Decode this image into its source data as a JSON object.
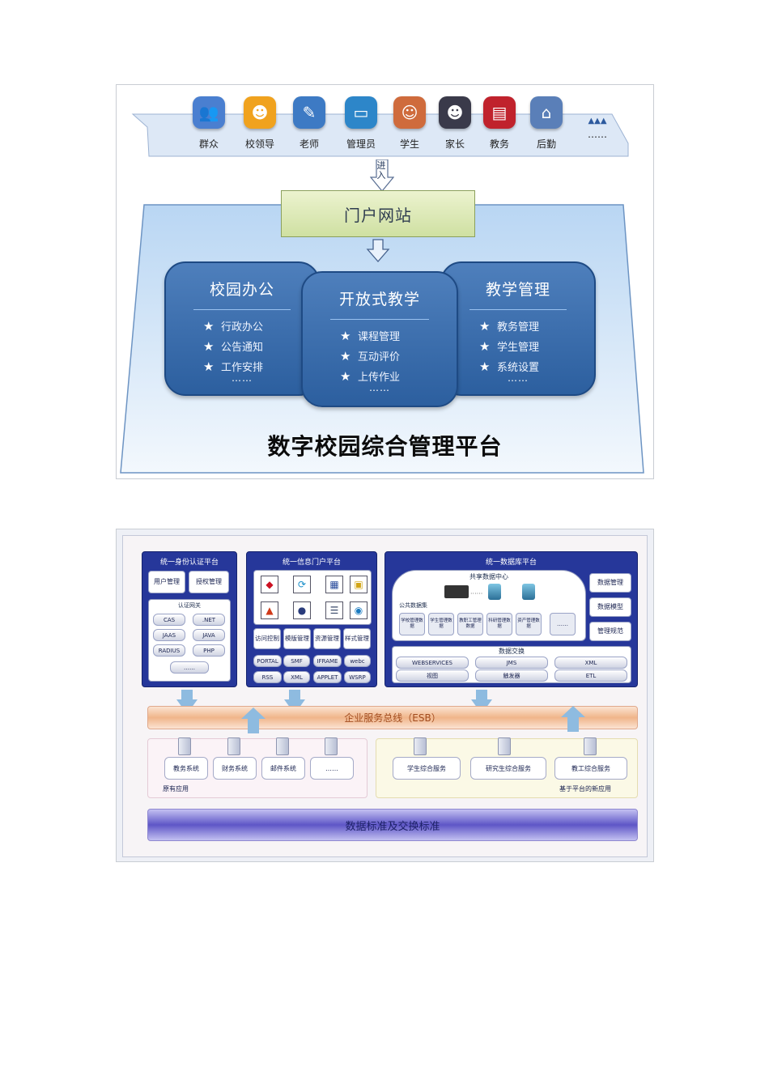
{
  "figure1": {
    "roles": [
      {
        "label": "群众",
        "icon": "group-icon",
        "color": "#4a7fd0"
      },
      {
        "label": "校领导",
        "icon": "leader-icon",
        "color": "#f0a21e"
      },
      {
        "label": "老师",
        "icon": "teacher-icon",
        "color": "#3d7ac4"
      },
      {
        "label": "管理员",
        "icon": "admin-icon",
        "color": "#2d86c9"
      },
      {
        "label": "学生",
        "icon": "student-icon",
        "color": "#cf6b3c"
      },
      {
        "label": "家长",
        "icon": "parent-icon",
        "color": "#3a3a4a"
      },
      {
        "label": "教务",
        "icon": "academic-icon",
        "color": "#c0222c"
      },
      {
        "label": "后勤",
        "icon": "logistics-icon",
        "color": "#5a7fb8"
      },
      {
        "label": "……",
        "icon": "more-icon",
        "color": "#2d5a9e"
      }
    ],
    "ellipsis_top": "▲▲▲",
    "enter_label": "进入",
    "portal_label": "门户网站",
    "pillars": [
      {
        "title": "校园办公",
        "items": [
          "行政办公",
          "公告通知",
          "工作安排"
        ],
        "more": "……"
      },
      {
        "title": "开放式教学",
        "items": [
          "课程管理",
          "互动评价",
          "上传作业"
        ],
        "more": "……"
      },
      {
        "title": "教学管理",
        "items": [
          "教务管理",
          "学生管理",
          "系统设置"
        ],
        "more": "……"
      }
    ],
    "platform_title": "数字校园综合管理平台"
  },
  "figure2": {
    "auth_panel": {
      "title": "统一身份认证平台",
      "buttons": [
        "用户管理",
        "授权管理"
      ],
      "gateway_title": "认证网关",
      "gateway_items": [
        "CAS",
        ".NET",
        "JAAS",
        "JAVA",
        "RADIUS",
        "PHP",
        "……"
      ]
    },
    "portal_panel": {
      "title": "统一信息门户平台",
      "func_buttons": [
        "访问控制",
        "模版管理",
        "资源管理",
        "样式管理"
      ],
      "tech_buttons": [
        "PORTAL",
        "SMF",
        "IFRAME",
        "webc",
        "RSS",
        "XML",
        "APPLET",
        "WSRP"
      ]
    },
    "data_panel": {
      "title": "统一数据库平台",
      "center_title": "共享数据中心",
      "public_data": "公共数据集",
      "datasets": [
        "学校管理数据",
        "学生管理数据",
        "教职工管理数据",
        "科研管理数据",
        "资产管理数据",
        "……"
      ],
      "side_buttons": [
        "数据管理",
        "数据模型",
        "管理规范"
      ],
      "exchange_title": "数据交换",
      "exchange_items": [
        "WEBSERVICES",
        "JMS",
        "XML",
        "视图",
        "触发器",
        "ETL"
      ]
    },
    "esb_label": "企业服务总线（ESB）",
    "legacy_systems": [
      "教务系统",
      "财务系统",
      "邮件系统",
      "……"
    ],
    "legacy_label": "原有应用",
    "new_services": [
      "学生综合服务",
      "研究生综合服务",
      "教工综合服务"
    ],
    "new_label": "基于平台的新应用",
    "standards_label": "数据标准及交换标准"
  }
}
